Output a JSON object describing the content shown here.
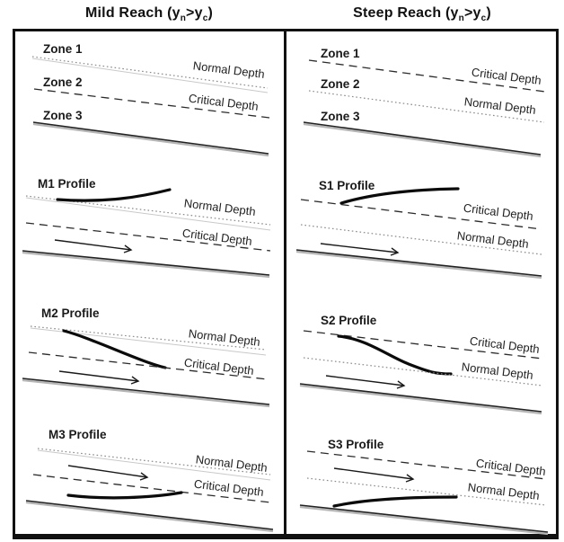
{
  "header": {
    "left": {
      "pre": "Mild Reach (y",
      "sub_n": "n",
      "gt": ">y",
      "sub_c": "c",
      "post": ")"
    },
    "right": {
      "pre": "Steep Reach (y",
      "sub_n": "n",
      "gt": ">y",
      "sub_c": "c",
      "post": ")"
    }
  },
  "mild": {
    "zones": {
      "zone1": "Zone 1",
      "zone2": "Zone 2",
      "zone3": "Zone 3",
      "normal_label": "Normal Depth",
      "critical_label": "Critical Depth"
    },
    "m1": {
      "title": "M1 Profile",
      "normal_label": "Normal Depth",
      "critical_label": "Critical Depth"
    },
    "m2": {
      "title": "M2 Profile",
      "normal_label": "Normal Depth",
      "critical_label": "Critical Depth"
    },
    "m3": {
      "title": "M3 Profile",
      "normal_label": "Normal Depth",
      "critical_label": "Critical Depth"
    }
  },
  "steep": {
    "zones": {
      "zone1": "Zone 1",
      "zone2": "Zone 2",
      "zone3": "Zone 3",
      "critical_label": "Critical Depth",
      "normal_label": "Normal Depth"
    },
    "s1": {
      "title": "S1 Profile",
      "critical_label": "Critical Depth",
      "normal_label": "Normal Depth"
    },
    "s2": {
      "title": "S2 Profile",
      "critical_label": "Critical Depth",
      "normal_label": "Normal Depth"
    },
    "s3": {
      "title": "S3 Profile",
      "critical_label": "Critical Depth",
      "normal_label": "Normal Depth"
    }
  },
  "colors": {
    "ink": "#111111",
    "dotted_normal_line": "#8a8a8a",
    "dashed_critical_line": "#2b2b2b",
    "bed_shadow": "#b5b5b5",
    "background": "#ffffff"
  }
}
